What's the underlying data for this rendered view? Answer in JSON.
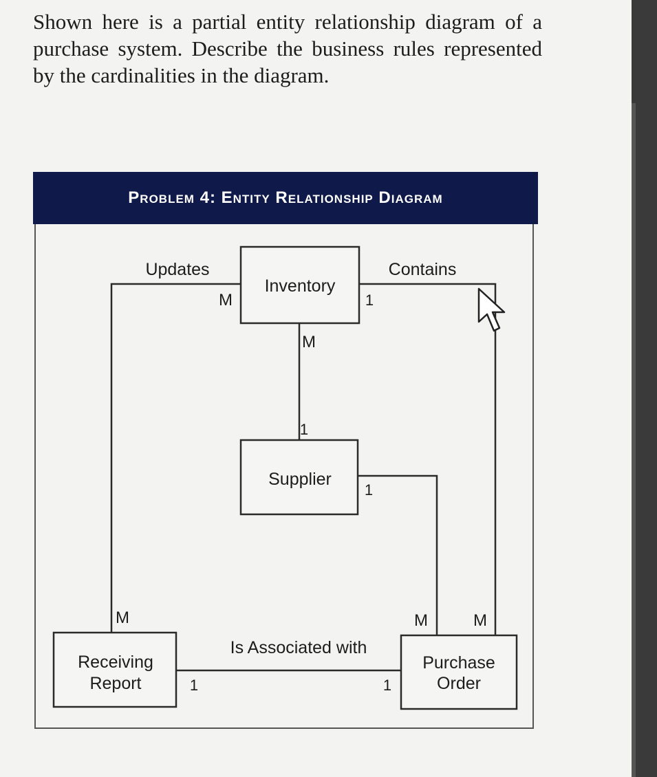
{
  "question": "Shown here is a partial entity relationship diagram of a purchase system. Describe the business rules represented by the cardinalities in the diagram.",
  "banner": {
    "title": "Problem 4: Entity Relationship Diagram",
    "bg": "#0f1a4a"
  },
  "diagram": {
    "entities": {
      "inventory": "Inventory",
      "supplier": "Supplier",
      "receiving_report_line1": "Receiving",
      "receiving_report_line2": "Report",
      "purchase_order_line1": "Purchase",
      "purchase_order_line2": "Order"
    },
    "relationships": {
      "updates": "Updates",
      "contains": "Contains",
      "associated": "Is Associated with"
    },
    "cardinalities": {
      "inventory_updates": "M",
      "receiving_updates": "M",
      "inventory_contains": "1",
      "po_contains": "M",
      "inventory_supplier": "M",
      "supplier_inventory": "1",
      "supplier_po": "1",
      "po_supplier": "M",
      "receiving_associated": "1",
      "po_associated": "1"
    }
  }
}
